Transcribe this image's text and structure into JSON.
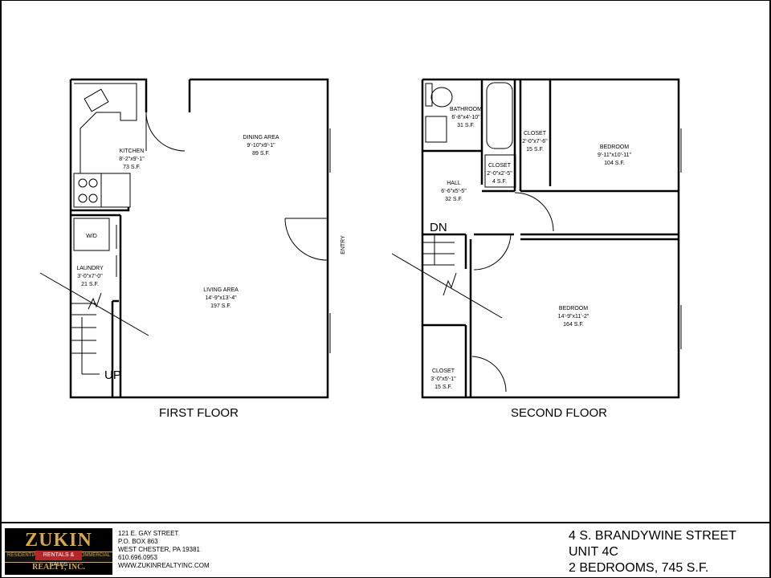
{
  "floors": {
    "first": {
      "title": "FIRST FLOOR",
      "kitchen": {
        "name": "KITCHEN",
        "dims": "8'-2\"x9'-1\"",
        "area": "73 S.F."
      },
      "dining": {
        "name": "DINING AREA",
        "dims": "9'-10\"x9'-1\"",
        "area": "89 S.F."
      },
      "laundry": {
        "name": "LAUNDRY",
        "dims": "3'-0\"x7'-0\"",
        "area": "21 S.F."
      },
      "living": {
        "name": "LIVING AREA",
        "dims": "14'-9\"x13'-4\"",
        "area": "197 S.F."
      },
      "washer": "W/D",
      "entry": "ENTRY",
      "stairs": "UP"
    },
    "second": {
      "title": "SECOND FLOOR",
      "bathroom": {
        "name": "BATHROOM",
        "dims": "6'-8\"x4'-10\"",
        "area": "31 S.F."
      },
      "closet_a": {
        "name": "CLOSET",
        "dims": "2'-0\"x7'-6\"",
        "area": "15 S.F."
      },
      "bedroom_a": {
        "name": "BEDROOM",
        "dims": "9'-11\"x10'-11\"",
        "area": "104 S.F."
      },
      "closet_b": {
        "name": "CLOSET",
        "dims": "2'-0\"x2'-5\"",
        "area": "4 S.F."
      },
      "hall": {
        "name": "HALL",
        "dims": "6'-6\"x5'-5\"",
        "area": "32 S.F."
      },
      "bedroom_b": {
        "name": "BEDROOM",
        "dims": "14'-9\"x11'-2\"",
        "area": "164 S.F."
      },
      "closet_c": {
        "name": "CLOSET",
        "dims": "3'-0\"x5'-1\"",
        "area": "15 S.F."
      },
      "stairs": "DN"
    }
  },
  "logo": {
    "top": "ZUKIN",
    "band_left": "RESIDENTIAL",
    "band_mid": "RENTALS & SALES",
    "band_right": "COMMERCIAL",
    "bottom": "REALTY, INC."
  },
  "address": [
    "121 E. GAY STREET",
    "P.O. BOX 863",
    "WEST CHESTER, PA 19381",
    "610.696.0953",
    "WWW.ZUKINREALTYINC.COM"
  ],
  "property": {
    "street": "4 S. BRANDYWINE STREET",
    "unit": "UNIT 4C",
    "summary": "2 BEDROOMS, 745 S.F."
  }
}
